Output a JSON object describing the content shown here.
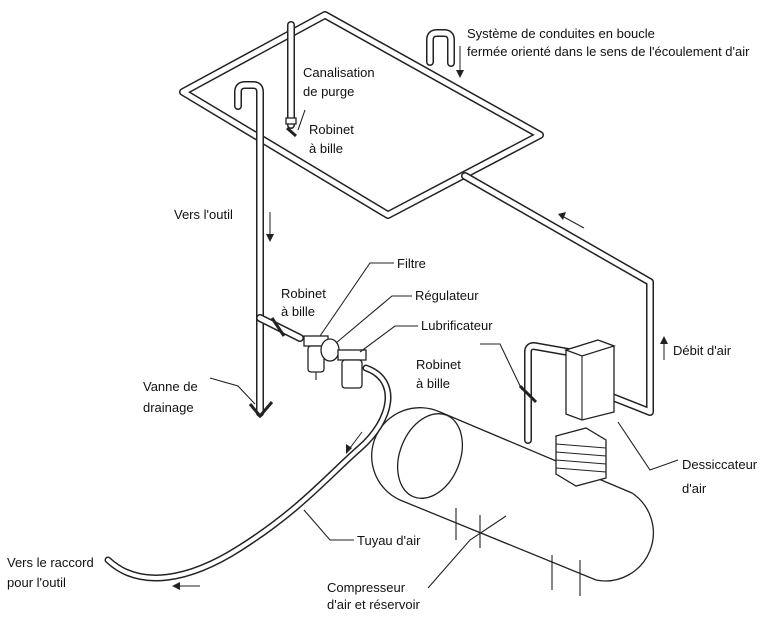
{
  "labels": {
    "loop_line1": "Système de conduites en boucle",
    "loop_line2": "fermée orienté dans le sens de l'écoulement d'air",
    "purge_line1": "Canalisation",
    "purge_line2": "de purge",
    "ballvalve_top_line1": "Robinet",
    "ballvalve_top_line2": "à bille",
    "to_tool": "Vers l'outil",
    "filter": "Filtre",
    "ballvalve_frl_line1": "Robinet",
    "ballvalve_frl_line2": "à bille",
    "regulator": "Régulateur",
    "lubricator": "Lubrificateur",
    "airflow": "Débit d'air",
    "ballvalve_tank_line1": "Robinet",
    "ballvalve_tank_line2": "à bille",
    "drain_line1": "Vanne de",
    "drain_line2": "drainage",
    "dryer_line1": "Dessiccateur",
    "dryer_line2": "d'air",
    "hose": "Tuyau d'air",
    "fitting_line1": "Vers le raccord",
    "fitting_line2": "pour l'outil",
    "compressor_line1": "Compresseur",
    "compressor_line2": "d'air et réservoir"
  }
}
